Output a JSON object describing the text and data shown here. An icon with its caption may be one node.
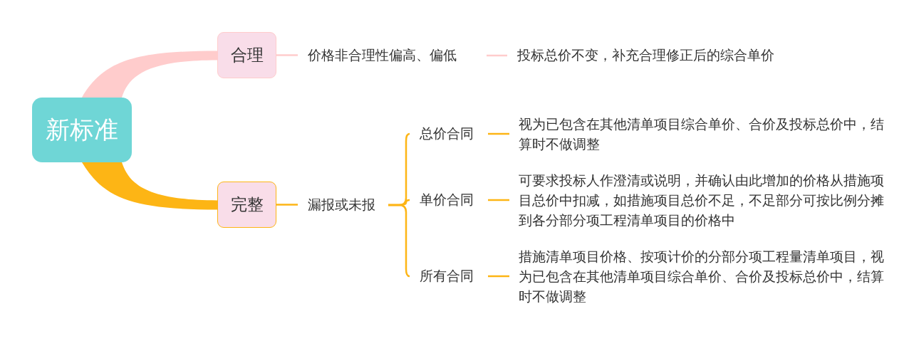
{
  "diagram": {
    "nodes": [
      {
        "text": [
          "新标准"
        ]
      },
      {
        "text": [
          "合理"
        ]
      },
      {
        "text": [
          "价格非合理性偏高、偏低"
        ]
      },
      {
        "text": [
          "投标总价不变，补充合理修正后的综合单价"
        ]
      },
      {
        "text": [
          "完整"
        ]
      },
      {
        "text": [
          "漏报或未报"
        ]
      },
      {
        "text": [
          "总价合同"
        ]
      },
      {
        "text": [
          "单价合同"
        ]
      },
      {
        "text": [
          "所有合同"
        ]
      },
      {
        "text": [
          "视为已包含在其他清单项目综合单价、合价及投标总价中，结算时不做调整"
        ]
      },
      {
        "text": [
          "可要求投标人作澄清或说明，并确认由此增加的价格从措施项目总价中扣减，如措施项目总价不足，不足部分可按比例分摊到各分部分项工程清单项目的价格中"
        ]
      },
      {
        "text": [
          "措施清单项目价格、按项计价的分部分项工程量清单项目，视为已包含在其他清单项目综合单价、合价及投标总价中，结算时不做调整"
        ]
      }
    ],
    "edges": [
      {
        "from": 0,
        "to": 1,
        "arrow": "none",
        "style": "thick",
        "color": "#ffcccc"
      },
      {
        "from": 1,
        "to": 2,
        "arrow": "none",
        "color": "#ffcccc"
      },
      {
        "from": 2,
        "to": 3,
        "arrow": "none",
        "color": "#ffcccc"
      },
      {
        "from": 0,
        "to": 4,
        "arrow": "none",
        "style": "thick"
      },
      {
        "from": 4,
        "to": 5,
        "arrow": "none"
      },
      {
        "from": 5,
        "to": 6,
        "arrow": "none"
      },
      {
        "from": 5,
        "to": 7,
        "arrow": "none"
      },
      {
        "from": 5,
        "to": 8,
        "arrow": "none"
      },
      {
        "from": 6,
        "to": 9,
        "arrow": "none"
      },
      {
        "from": 7,
        "to": 10,
        "arrow": "none"
      },
      {
        "from": 8,
        "to": 11,
        "arrow": "none"
      }
    ]
  }
}
